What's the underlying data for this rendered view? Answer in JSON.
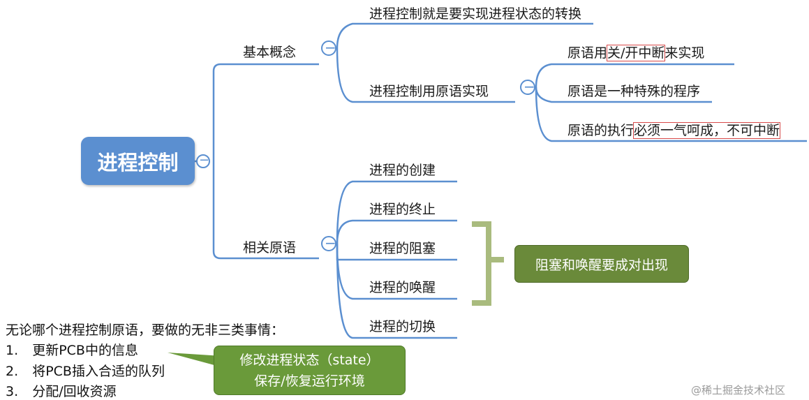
{
  "root": {
    "label": "进程控制"
  },
  "branches": {
    "basic": {
      "label": "基本概念",
      "items": {
        "transition": "进程控制就是要实现进程状态的转换",
        "primitive": {
          "label": "进程控制用原语实现",
          "items": {
            "p1_a": "原语用",
            "p1_b": "关/开中断",
            "p1_c": "来实现",
            "p2": "原语是一种特殊的程序",
            "p3_a": "原语的执行",
            "p3_b": "必须一气呵成，不可中断"
          }
        }
      }
    },
    "related": {
      "label": "相关原语",
      "items": [
        "进程的创建",
        "进程的终止",
        "进程的阻塞",
        "进程的唤醒",
        "进程的切换"
      ]
    }
  },
  "note": {
    "label": "阻塞和唤醒要成对出现"
  },
  "summary": {
    "heading": "无论哪个进程控制原语，要做的无非三类事情：",
    "items": [
      {
        "num": "1.",
        "text": "更新PCB中的信息"
      },
      {
        "num": "2.",
        "text": "将PCB插入合适的队列"
      },
      {
        "num": "3.",
        "text": "分配/回收资源"
      }
    ]
  },
  "bubble": {
    "line1": "修改进程状态（state）",
    "line2": "保存/恢复运行环境"
  },
  "collapse_symbol": "−",
  "watermark": "@稀土掘金技术社区",
  "colors": {
    "root_fill": "#5b8fd0",
    "connector": "#5b8fd0",
    "bracket": "#a9bb7e",
    "note_fill": "#6a8a3a",
    "bubble_fill": "#6a9a3a",
    "highlight": "#d84a4a"
  }
}
